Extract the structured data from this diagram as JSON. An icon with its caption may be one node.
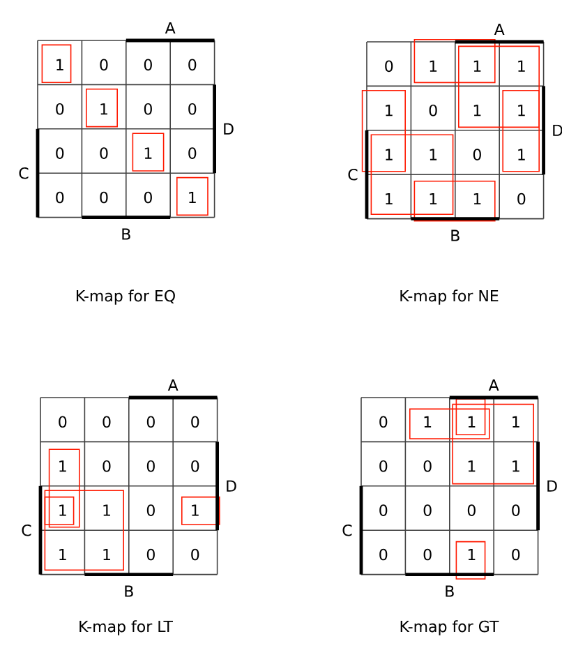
{
  "diagram": {
    "labels": [
      "A",
      "1",
      "0",
      "0",
      "0",
      "0",
      "1",
      "0",
      "0",
      "0",
      "0",
      "1",
      "0",
      "0",
      "0",
      "0",
      "1",
      "D",
      "C",
      "B",
      "K-map for EQ",
      "A",
      "0",
      "1",
      "1",
      "1",
      "1",
      "0",
      "1",
      "1",
      "1",
      "1",
      "0",
      "1",
      "1",
      "1",
      "1",
      "0",
      "D",
      "C",
      "B",
      "K-map for NE",
      "A",
      "0",
      "0",
      "0",
      "0",
      "1",
      "0",
      "0",
      "0",
      "1",
      "1",
      "0",
      "1",
      "1",
      "1",
      "0",
      "0",
      "D",
      "C",
      "B",
      "K-map for LT",
      "A",
      "0",
      "1",
      "1",
      "1",
      "0",
      "0",
      "1",
      "1",
      "0",
      "0",
      "0",
      "0",
      "0",
      "0",
      "1",
      "0",
      "D",
      "C",
      "B",
      "K-map for GT"
    ]
  }
}
